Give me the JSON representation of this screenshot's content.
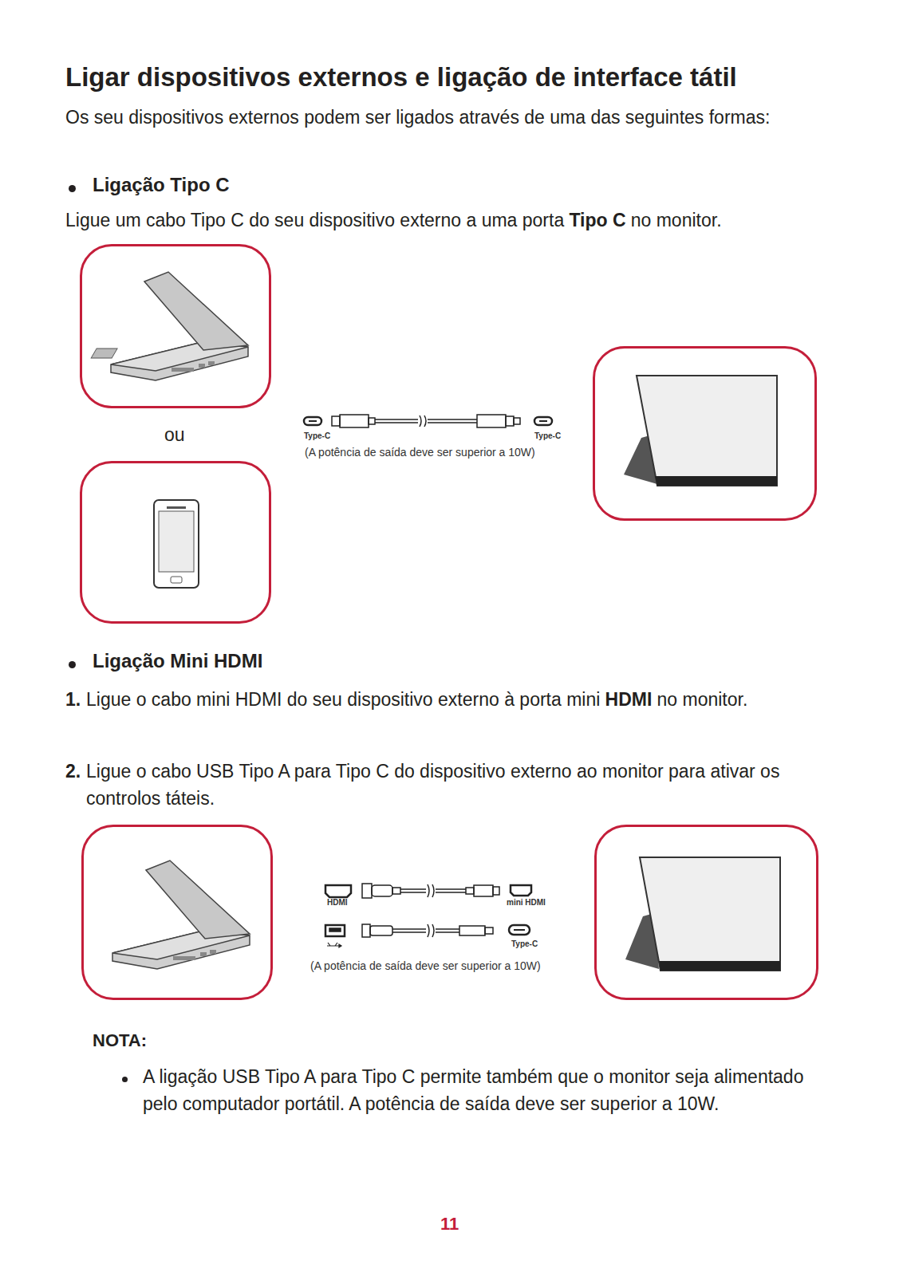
{
  "diagram": {
    "title": "Ligar dispositivos externos e ligação de interface tátil",
    "labels": [
      "Os seu dispositivos externos podem ser ligados através de uma das seguintes formas:",
      "Ligação Tipo C",
      "Ligue um cabo Tipo C do seu dispositivo externo a uma porta",
      "Tipo C",
      "no monitor.",
      "ou",
      "Type-C",
      "Type-C",
      "(A potência de saída deve ser superior a 10W)",
      "Ligação Mini HDMI",
      "1.",
      "Ligue o cabo mini HDMI do seu dispositivo externo à porta mini",
      "HDMI",
      "no monitor.",
      "2.",
      "Ligue o cabo USB Tipo A para Tipo C do dispositivo externo ao monitor para ativar os controlos táteis.",
      "HDMI",
      "mini HDMI",
      "Type-C",
      "(A potência de saída deve ser superior a 10W)",
      "NOTA:",
      "A ligação USB Tipo A para Tipo C permite também que o monitor seja alimentado pelo computador portátil. A potência de saída deve ser superior a 10W.",
      "11"
    ]
  }
}
